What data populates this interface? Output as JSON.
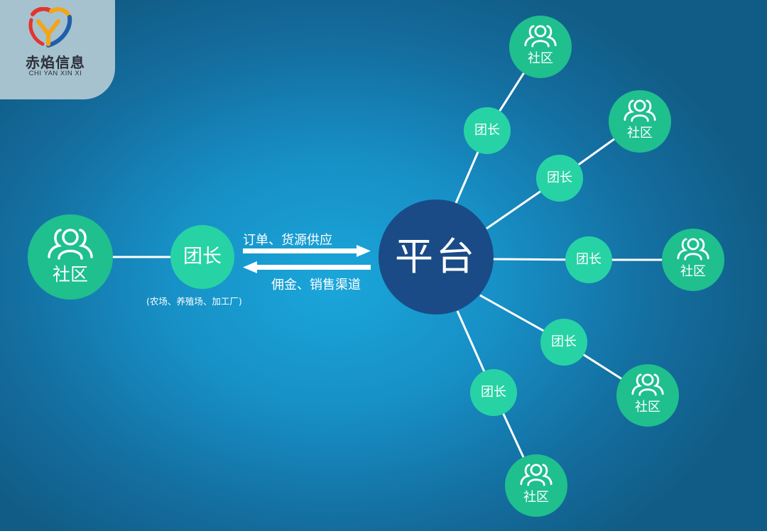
{
  "brand": {
    "name_cn": "赤焰信息",
    "name_en": "CHI YAN XIN XI"
  },
  "colors": {
    "background": "#1790c6",
    "platform": "#1a4b86",
    "leader": "#27d3a5",
    "community": "#1fbf8e",
    "connector": "#ffffff"
  },
  "icons": {
    "community": "people-group-icon",
    "logo": "brand-logo-icon"
  },
  "diagram": {
    "platform_label": "平台",
    "left_chain": {
      "community_label": "社区",
      "leader_label": "团长",
      "leader_note": "(农场、养殖场、加工厂)"
    },
    "flows": {
      "to_platform": "订单、货源供应",
      "from_platform": "佣金、销售渠道"
    },
    "branches": [
      {
        "leader_label": "团长",
        "community_label": "社区"
      },
      {
        "leader_label": "团长",
        "community_label": "社区"
      },
      {
        "leader_label": "团长",
        "community_label": "社区"
      },
      {
        "leader_label": "团长",
        "community_label": "社区"
      },
      {
        "leader_label": "团长",
        "community_label": "社区"
      }
    ]
  }
}
